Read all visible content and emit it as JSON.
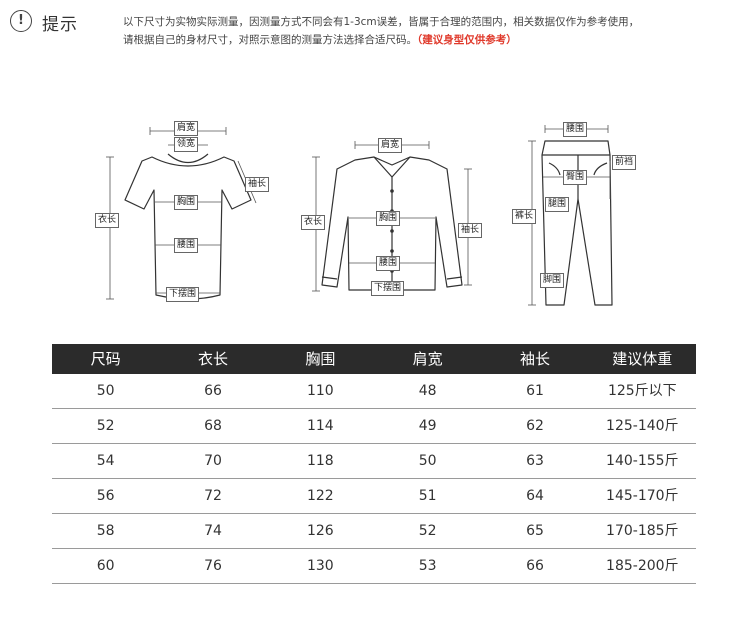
{
  "notice": {
    "icon": "exclamation-circle-icon",
    "title": "提示",
    "line1": "以下尺寸为实物实际测量，因测量方式不同会有1-3cm误差，皆属于合理的范围内，相关数据仅作为参考使用，",
    "line2": "请根据自己的身材尺寸，对照示意图的测量方法选择合适尺码。",
    "highlight": "（建议身型仅供参考）",
    "highlight_color": "#e03a2c"
  },
  "diagram": {
    "tshirt": {
      "shoulder": "肩宽",
      "collar": "领宽",
      "sleeve": "袖长",
      "length": "衣长",
      "chest": "胸围",
      "waist": "腰围",
      "hem": "下摆围"
    },
    "shirt": {
      "shoulder": "肩宽",
      "length": "衣长",
      "sleeve": "袖长",
      "chest": "胸围",
      "waist": "腰围",
      "hem": "下摆围"
    },
    "pants": {
      "waist": "腰围",
      "front_rise": "前裆",
      "hip": "臀围",
      "length": "裤长",
      "thigh": "腿围",
      "leg_opening": "脚围"
    }
  },
  "size_table": {
    "header_bg": "#2b2b2b",
    "columns": [
      "尺码",
      "衣长",
      "胸围",
      "肩宽",
      "袖长",
      "建议体重"
    ],
    "rows": [
      [
        "50",
        "66",
        "110",
        "48",
        "61",
        "125斤以下"
      ],
      [
        "52",
        "68",
        "114",
        "49",
        "62",
        "125-140斤"
      ],
      [
        "54",
        "70",
        "118",
        "50",
        "63",
        "140-155斤"
      ],
      [
        "56",
        "72",
        "122",
        "51",
        "64",
        "145-170斤"
      ],
      [
        "58",
        "74",
        "126",
        "52",
        "65",
        "170-185斤"
      ],
      [
        "60",
        "76",
        "130",
        "53",
        "66",
        "185-200斤"
      ]
    ]
  }
}
